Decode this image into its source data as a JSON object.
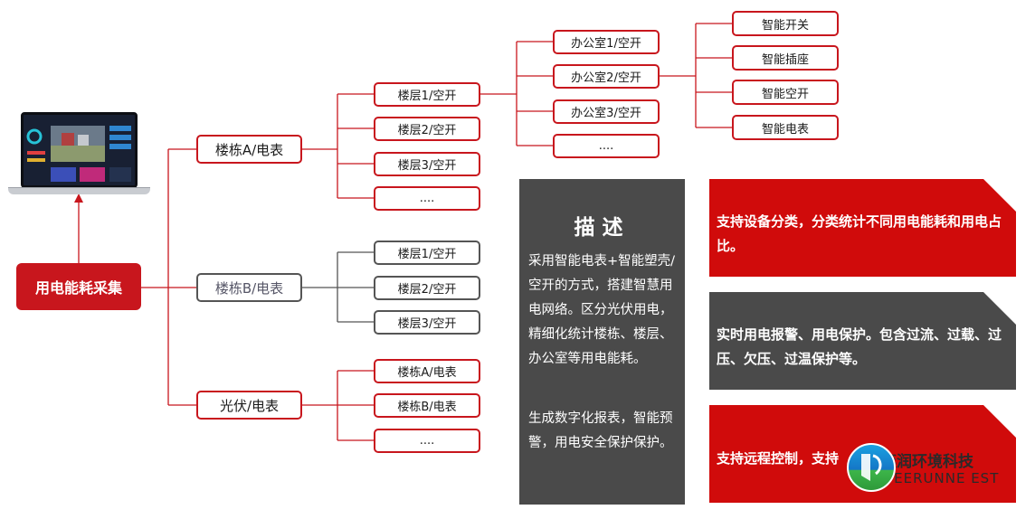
{
  "root": {
    "label": "用电能耗采集"
  },
  "buildings": [
    {
      "label": "楼栋A/电表",
      "style": "red"
    },
    {
      "label": "楼栋B/电表",
      "style": "gray"
    },
    {
      "label": "光伏/电表",
      "style": "red"
    }
  ],
  "building_a_floors": [
    "楼层1/空开",
    "楼层2/空开",
    "楼层3/空开",
    "...."
  ],
  "building_b_floors": [
    "楼层1/空开",
    "楼层2/空开",
    "楼层3/空开"
  ],
  "pv_items": [
    "楼栋A/电表",
    "楼栋B/电表",
    "...."
  ],
  "offices": [
    "办公室1/空开",
    "办公室2/空开",
    "办公室3/空开",
    "...."
  ],
  "devices": [
    "智能开关",
    "智能插座",
    "智能空开",
    "智能电表"
  ],
  "description": {
    "title": "描述",
    "para1": "采用智能电表+智能塑壳/空开的方式，搭建智慧用电网络。区分光伏用电，精细化统计楼栋、楼层、办公室等用电能耗。",
    "para2": "生成数字化报表，智能预警，用电安全保护保护。"
  },
  "features": [
    "支持设备分类，分类统计不同用电能耗和用电占比。",
    "实时用电报警、用电保护。包含过流、过载、过压、欠压、过温保护等。",
    "支持远程控制，支持"
  ],
  "logo": {
    "cn": "奕润环境科技",
    "en": "YEERUNNE EST"
  },
  "colors": {
    "accent": "#c8161d",
    "dark_panel": "#4a4a4a",
    "gray_border": "#555555"
  }
}
